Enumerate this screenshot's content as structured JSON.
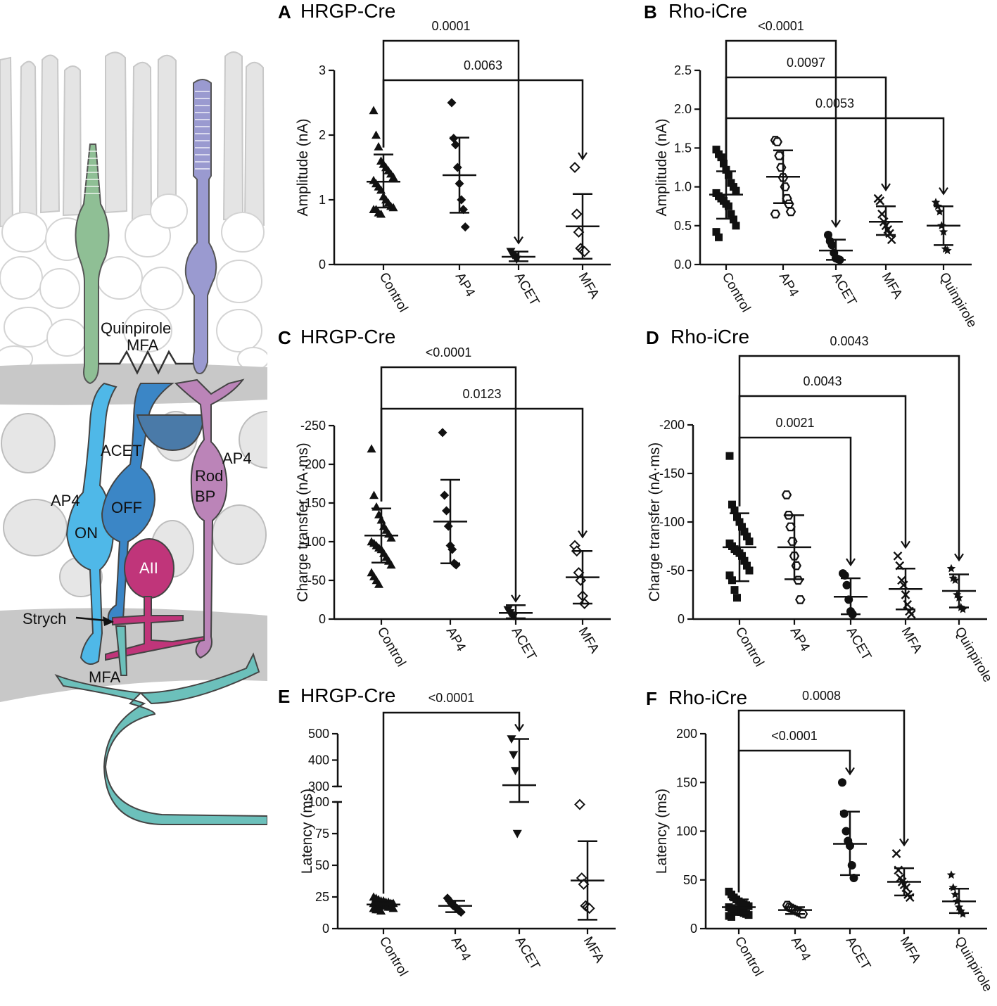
{
  "diagram": {
    "labels": {
      "quinpirole": "Quinpirole",
      "mfa_top": "MFA",
      "acet": "ACET",
      "ap4_left": "AP4",
      "ap4_right": "AP4",
      "on": "ON",
      "off": "OFF",
      "rod_bp_1": "Rod",
      "rod_bp_2": "BP",
      "aii": "AII",
      "strych": "Strych",
      "mfa_bottom": "MFA"
    },
    "colors": {
      "cone": "#8fbf95",
      "rod": "#9a9ad0",
      "on_bipolar": "#4fb8e8",
      "off_bipolar": "#3b86c6",
      "rod_bipolar": "#bb84b8",
      "aii": "#c0357a",
      "ganglion": "#6cc0bb",
      "plexiform": "#c8c8c8",
      "nuclei": "#ececec"
    }
  },
  "chart_data": [
    {
      "panel": "A",
      "title": "HRGP-Cre",
      "type": "scatter",
      "ylabel": "Amplitude (nA)",
      "ylim": [
        0,
        3
      ],
      "yticks": [
        0,
        1,
        2,
        3
      ],
      "ytick_labels": [
        "0",
        "1",
        "2",
        "3"
      ],
      "categories": [
        "Control",
        "AP4",
        "ACET",
        "MFA"
      ],
      "markers": [
        "triangle",
        "diamond",
        "triangle-down",
        "diamond-open"
      ],
      "groups": [
        {
          "values": [
            2.38,
            2.0,
            1.82,
            1.6,
            1.55,
            1.5,
            1.45,
            1.4,
            1.35,
            1.3,
            1.25,
            1.2,
            1.15,
            1.05,
            1.0,
            0.95,
            0.9,
            0.88,
            0.85,
            0.85,
            0.8,
            0.78
          ],
          "mean": 1.28,
          "sd_low": 0.88,
          "sd_high": 1.7
        },
        {
          "values": [
            2.5,
            1.95,
            1.85,
            1.5,
            1.25,
            1.0,
            0.85,
            0.58
          ],
          "mean": 1.38,
          "sd_low": 0.8,
          "sd_high": 1.96
        },
        {
          "values": [
            0.2,
            0.15,
            0.12,
            0.08
          ],
          "mean": 0.12,
          "sd_low": 0.05,
          "sd_high": 0.2
        },
        {
          "values": [
            1.5,
            0.78,
            0.5,
            0.25,
            0.22,
            0.2
          ],
          "mean": 0.59,
          "sd_low": 0.09,
          "sd_high": 1.09
        }
      ],
      "comparisons": [
        {
          "to": 2,
          "label": "0.0001"
        },
        {
          "to": 3,
          "label": "0.0063"
        }
      ]
    },
    {
      "panel": "B",
      "title": "Rho-iCre",
      "type": "scatter",
      "ylabel": "Amplitude (nA)",
      "ylim": [
        0,
        2.5
      ],
      "yticks": [
        0,
        0.5,
        1.0,
        1.5,
        2.0,
        2.5
      ],
      "ytick_labels": [
        "0.0",
        "0.5",
        "1.0",
        "1.5",
        "2.0",
        "2.5"
      ],
      "categories": [
        "Control",
        "AP4",
        "ACET",
        "MFA",
        "Quinpirole"
      ],
      "markers": [
        "square",
        "hexagon-open",
        "circle",
        "x",
        "star"
      ],
      "groups": [
        {
          "values": [
            1.48,
            1.42,
            1.38,
            1.3,
            1.22,
            1.15,
            1.05,
            1.0,
            0.95,
            0.92,
            0.88,
            0.85,
            0.82,
            0.78,
            0.75,
            0.65,
            0.58,
            0.5,
            0.42,
            0.35
          ],
          "mean": 0.9,
          "sd_low": 0.59,
          "sd_high": 1.2
        },
        {
          "values": [
            1.6,
            1.58,
            1.4,
            1.25,
            1.12,
            1.0,
            0.85,
            0.78,
            0.68,
            0.65
          ],
          "mean": 1.13,
          "sd_low": 0.79,
          "sd_high": 1.47
        },
        {
          "values": [
            0.38,
            0.3,
            0.25,
            0.15,
            0.08,
            0.07,
            0.06
          ],
          "mean": 0.18,
          "sd_low": 0.06,
          "sd_high": 0.32
        },
        {
          "values": [
            0.85,
            0.82,
            0.65,
            0.55,
            0.5,
            0.45,
            0.4,
            0.32
          ],
          "mean": 0.55,
          "sd_low": 0.38,
          "sd_high": 0.75
        },
        {
          "values": [
            0.8,
            0.75,
            0.68,
            0.5,
            0.42,
            0.2,
            0.18
          ],
          "mean": 0.5,
          "sd_low": 0.25,
          "sd_high": 0.75
        }
      ],
      "comparisons": [
        {
          "to": 2,
          "label": "<0.0001"
        },
        {
          "to": 3,
          "label": "0.0097"
        },
        {
          "to": 4,
          "label": "0.0053"
        }
      ]
    },
    {
      "panel": "C",
      "title": "HRGP-Cre",
      "type": "scatter",
      "ylabel": "Charge transfer (nA·ms)",
      "ylim": [
        0,
        -250
      ],
      "yticks": [
        0,
        -50,
        -100,
        -150,
        -200,
        -250
      ],
      "ytick_labels": [
        "0",
        "-50",
        "-100",
        "-150",
        "-200",
        "-250"
      ],
      "categories": [
        "Control",
        "AP4",
        "ACET",
        "MFA"
      ],
      "markers": [
        "triangle",
        "diamond",
        "triangle-down",
        "diamond-open"
      ],
      "groups": [
        {
          "values": [
            -220,
            -160,
            -145,
            -135,
            -128,
            -120,
            -115,
            -110,
            -105,
            -100,
            -98,
            -95,
            -92,
            -90,
            -85,
            -80,
            -75,
            -70,
            -60,
            -55,
            -50,
            -45
          ],
          "mean": -108,
          "sd_low": -73,
          "sd_high": -143
        },
        {
          "values": [
            -241,
            -160,
            -140,
            -120,
            -95,
            -90,
            -72,
            -70
          ],
          "mean": -126,
          "sd_low": -72,
          "sd_high": -180
        },
        {
          "values": [
            -12,
            -8,
            -5,
            -4
          ],
          "mean": -8,
          "sd_low": -1,
          "sd_high": -18
        },
        {
          "values": [
            -95,
            -88,
            -60,
            -50,
            -30,
            -20
          ],
          "mean": -54,
          "sd_low": -20,
          "sd_high": -88
        }
      ],
      "comparisons": [
        {
          "to": 2,
          "label": "<0.0001"
        },
        {
          "to": 3,
          "label": "0.0123"
        }
      ]
    },
    {
      "panel": "D",
      "title": "Rho-iCre",
      "type": "scatter",
      "ylabel": "Charge transfer (nA·ms)",
      "ylim": [
        0,
        -200
      ],
      "yticks": [
        0,
        -50,
        -100,
        -150,
        -200
      ],
      "ytick_labels": [
        "0",
        "-50",
        "-100",
        "-150",
        "-200"
      ],
      "categories": [
        "Control",
        "AP4",
        "ACET",
        "MFA",
        "Quinpirole"
      ],
      "markers": [
        "square",
        "hexagon-open",
        "circle",
        "x",
        "star"
      ],
      "groups": [
        {
          "values": [
            -168,
            -118,
            -112,
            -105,
            -100,
            -95,
            -90,
            -85,
            -80,
            -78,
            -75,
            -72,
            -70,
            -68,
            -65,
            -60,
            -55,
            -50,
            -45,
            -40,
            -30,
            -22
          ],
          "mean": -74,
          "sd_low": -39,
          "sd_high": -109
        },
        {
          "values": [
            -128,
            -107,
            -95,
            -80,
            -65,
            -55,
            -40,
            -20
          ],
          "mean": -74,
          "sd_low": -41,
          "sd_high": -107
        },
        {
          "values": [
            -47,
            -45,
            -35,
            -20,
            -8,
            -5
          ],
          "mean": -23,
          "sd_low": -5,
          "sd_high": -42
        },
        {
          "values": [
            -65,
            -55,
            -40,
            -35,
            -25,
            -15,
            -8,
            -5
          ],
          "mean": -31,
          "sd_low": -10,
          "sd_high": -52
        },
        {
          "values": [
            -52,
            -42,
            -40,
            -25,
            -22,
            -12,
            -10
          ],
          "mean": -29,
          "sd_low": -12,
          "sd_high": -46
        }
      ],
      "comparisons": [
        {
          "to": 2,
          "label": "0.0021"
        },
        {
          "to": 3,
          "label": "0.0043"
        },
        {
          "to": 4,
          "label": "0.0043"
        }
      ]
    },
    {
      "panel": "E",
      "title": "HRGP-Cre",
      "type": "scatter",
      "ylabel": "Latency (ms)",
      "ylim": [
        0,
        500
      ],
      "axis_break": [
        100,
        300
      ],
      "yticks": [
        0,
        25,
        50,
        75,
        100,
        300,
        400,
        500
      ],
      "ytick_labels": [
        "0",
        "25",
        "50",
        "75",
        "100",
        "300",
        "400",
        "500"
      ],
      "categories": [
        "Control",
        "AP4",
        "ACET",
        "MFA"
      ],
      "markers": [
        "triangle",
        "diamond",
        "triangle-down",
        "diamond-open"
      ],
      "groups": [
        {
          "values": [
            25,
            24,
            23,
            22,
            22,
            21,
            21,
            20,
            20,
            20,
            19,
            19,
            18,
            18,
            18,
            17,
            17,
            16,
            16,
            15,
            15,
            14
          ],
          "mean": 19,
          "sd_low": 16,
          "sd_high": 22
        },
        {
          "values": [
            24,
            22,
            20,
            18,
            17,
            16,
            14,
            13
          ],
          "mean": 18,
          "sd_low": 13,
          "sd_high": 22
        },
        {
          "values": [
            480,
            420,
            360,
            75
          ],
          "mean": 305,
          "sd_low": 100,
          "sd_high": 480
        },
        {
          "values": [
            98,
            40,
            35,
            18,
            17,
            16
          ],
          "mean": 38,
          "sd_low": 7,
          "sd_high": 69
        }
      ],
      "comparisons": [
        {
          "to": 2,
          "label": "<0.0001"
        }
      ]
    },
    {
      "panel": "F",
      "title": "Rho-iCre",
      "type": "scatter",
      "ylabel": "Latency (ms)",
      "ylim": [
        0,
        200
      ],
      "yticks": [
        0,
        50,
        100,
        150,
        200
      ],
      "ytick_labels": [
        "0",
        "50",
        "100",
        "150",
        "200"
      ],
      "categories": [
        "Control",
        "AP4",
        "ACET",
        "MFA",
        "Quinpirole"
      ],
      "markers": [
        "square",
        "hexagon-open",
        "circle",
        "x",
        "star"
      ],
      "groups": [
        {
          "values": [
            38,
            35,
            32,
            30,
            28,
            26,
            25,
            24,
            23,
            22,
            21,
            20,
            19,
            18,
            17,
            16,
            15,
            14,
            13,
            12
          ],
          "mean": 22,
          "sd_low": 14,
          "sd_high": 30
        },
        {
          "values": [
            24,
            22,
            21,
            20,
            19,
            18,
            17,
            16,
            15
          ],
          "mean": 19,
          "sd_low": 15,
          "sd_high": 22
        },
        {
          "values": [
            150,
            118,
            100,
            90,
            85,
            65,
            52
          ],
          "mean": 87,
          "sd_low": 55,
          "sd_high": 120
        },
        {
          "values": [
            77,
            60,
            52,
            48,
            45,
            42,
            35,
            32
          ],
          "mean": 48,
          "sd_low": 34,
          "sd_high": 62
        },
        {
          "values": [
            55,
            42,
            35,
            28,
            22,
            18,
            15
          ],
          "mean": 28,
          "sd_low": 16,
          "sd_high": 41
        }
      ],
      "comparisons": [
        {
          "to": 2,
          "label": "<0.0001"
        },
        {
          "to": 3,
          "label": "0.0008"
        }
      ]
    }
  ]
}
